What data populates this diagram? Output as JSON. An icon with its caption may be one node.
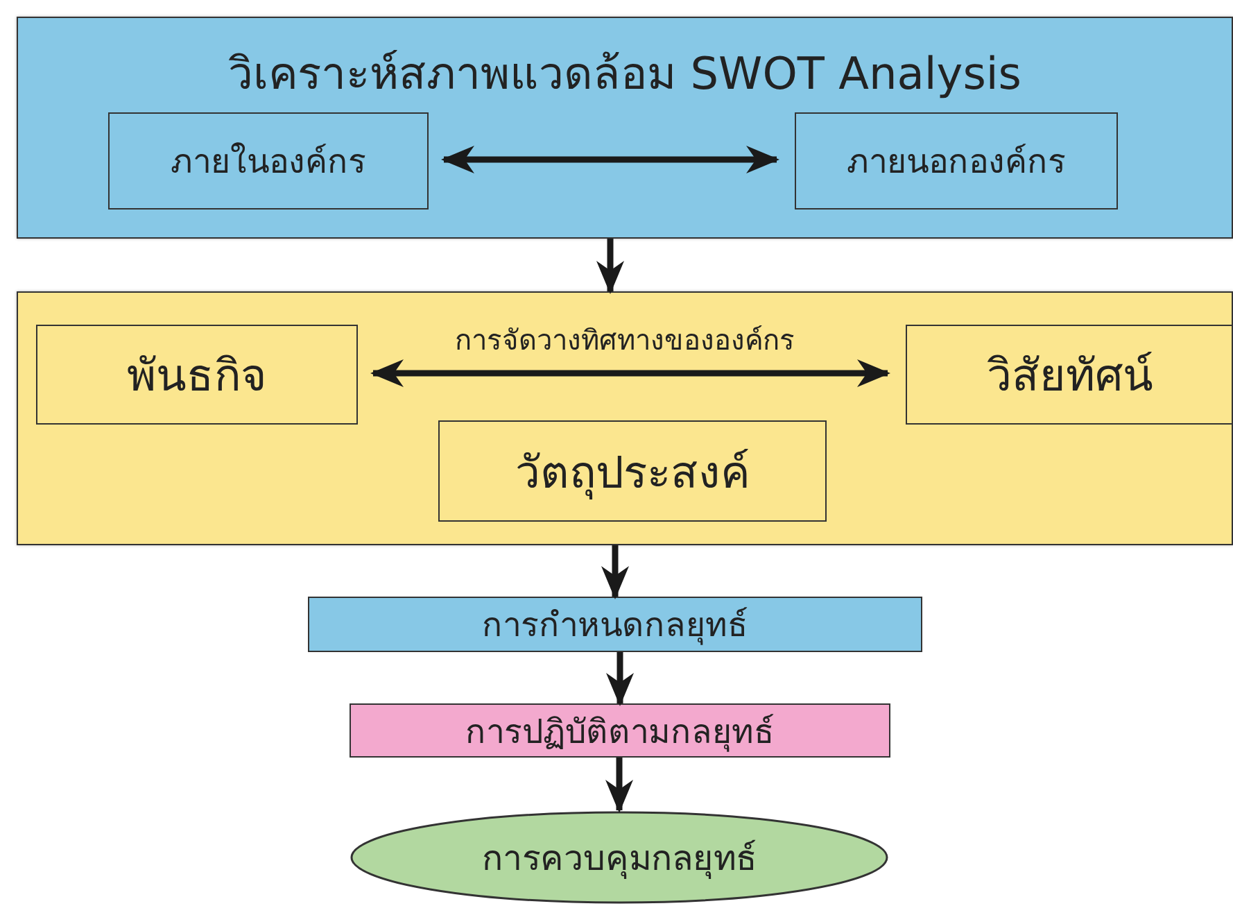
{
  "diagram": {
    "nodes": [
      {
        "text": [
          "วิเคราะห์สภาพแวดล้อม SWOT Analysis"
        ]
      },
      {
        "text": [
          "ภายในองค์กร"
        ],
        "in": 0
      },
      {
        "text": [
          "ภายนอกองค์กร"
        ],
        "in": 0
      },
      {
        "text": [
          "การจัดวางทิศทางขององค์กร"
        ]
      },
      {
        "text": [
          "พันธกิจ"
        ],
        "in": 3
      },
      {
        "text": [
          "วิสัยทัศน์"
        ],
        "in": 3
      },
      {
        "text": [
          "วัตถุประสงค์"
        ],
        "in": 3
      },
      {
        "text": [
          "การกำหนดกลยุทธ์"
        ]
      },
      {
        "text": [
          "การปฏิบัติตามกลยุทธ์"
        ]
      },
      {
        "text": [
          "การควบคุมกลยุทธ์"
        ]
      }
    ],
    "edges": [
      {
        "from": 1,
        "to": 2,
        "arrow": "both"
      },
      {
        "from": 0,
        "to": 3,
        "arrow": "to"
      },
      {
        "from": 4,
        "to": 5,
        "arrow": "both"
      },
      {
        "from": 3,
        "to": 7,
        "arrow": "to"
      },
      {
        "from": 7,
        "to": 8,
        "arrow": "to"
      },
      {
        "from": 8,
        "to": 9,
        "arrow": "to"
      }
    ]
  }
}
